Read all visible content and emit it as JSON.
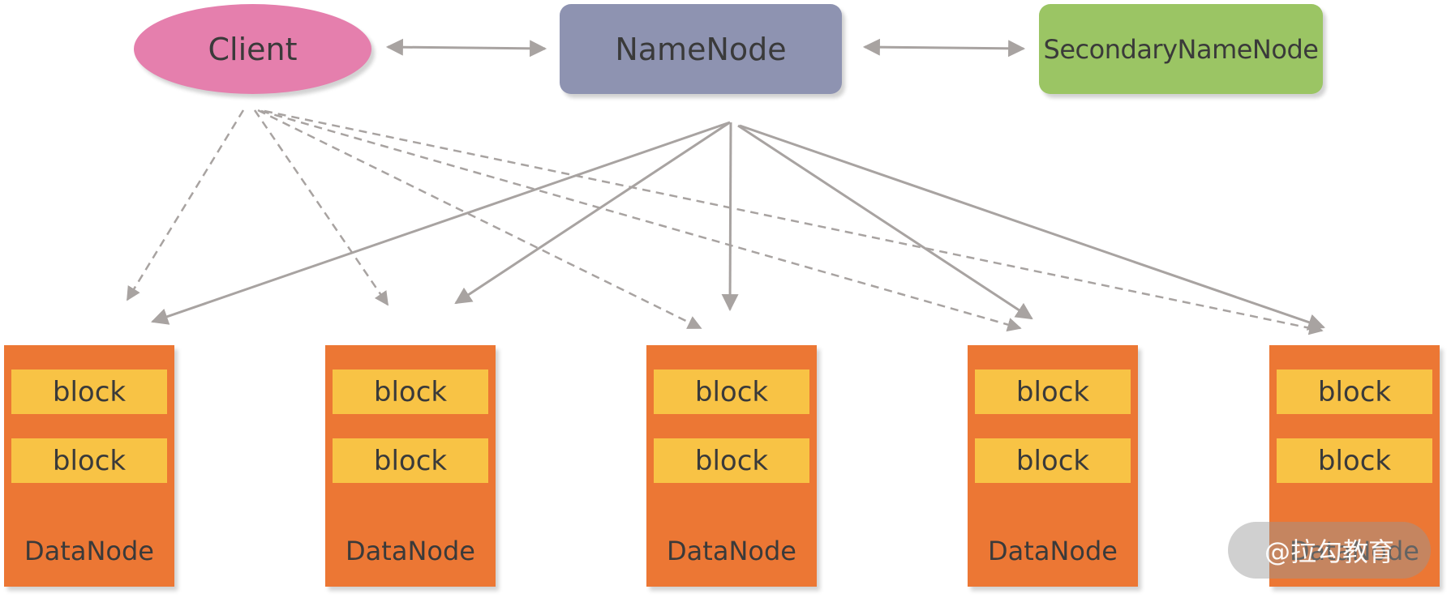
{
  "nodes": {
    "client": "Client",
    "namenode": "NameNode",
    "secondary": "SecondaryNameNode"
  },
  "datanodes": [
    {
      "label": "DataNode",
      "blocks": [
        "block",
        "block"
      ]
    },
    {
      "label": "DataNode",
      "blocks": [
        "block",
        "block"
      ]
    },
    {
      "label": "DataNode",
      "blocks": [
        "block",
        "block"
      ]
    },
    {
      "label": "DataNode",
      "blocks": [
        "block",
        "block"
      ]
    },
    {
      "label": "DataNode",
      "blocks": [
        "block",
        "block"
      ]
    }
  ],
  "watermark": "@拉勾教育",
  "colors": {
    "client": "#e57fad",
    "namenode": "#8e93b1",
    "secondary": "#9bc564",
    "datanode": "#ec7734",
    "block": "#f8c345",
    "edge": "#a8a3a1"
  }
}
